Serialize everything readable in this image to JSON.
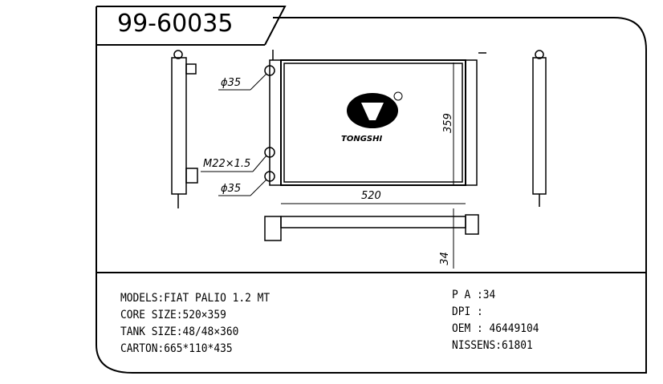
{
  "title": "99-60035",
  "drawing": {
    "inlet_diameter": "ϕ35",
    "outlet_diameter": "ϕ35",
    "thread": "M22×1.5",
    "width": "520",
    "height": "359",
    "depth": "34",
    "logo_text": "TONGSHI"
  },
  "specs_left": [
    "MODELS:FIAT  PALIO  1.2  MT",
    "CORE SIZE:520×359",
    "TANK SIZE:48/48×360",
    "CARTON:665*110*435"
  ],
  "specs_right": [
    "P A :34",
    "DPI :",
    "OEM : 46449104",
    "NISSENS:61801"
  ]
}
